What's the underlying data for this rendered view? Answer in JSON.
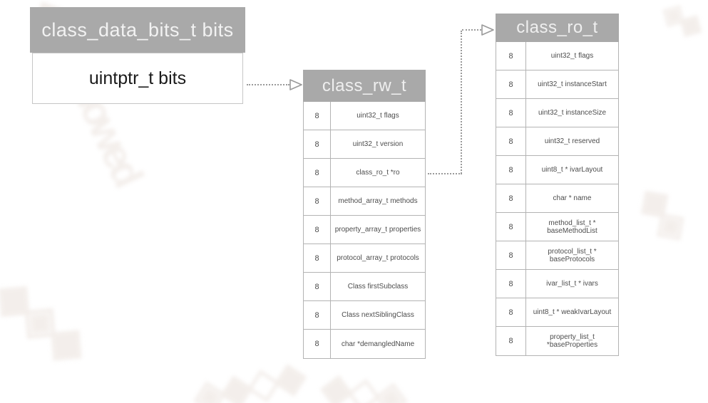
{
  "diagram": {
    "bits_box": {
      "title": "class_data_bits_t bits",
      "field": "uintptr_t bits"
    },
    "rw_table": {
      "title": "class_rw_t",
      "rows": [
        {
          "size": "8",
          "field": "uint32_t flags"
        },
        {
          "size": "8",
          "field": "uint32_t version"
        },
        {
          "size": "8",
          "field": "class_ro_t *ro"
        },
        {
          "size": "8",
          "field": "method_array_t methods"
        },
        {
          "size": "8",
          "field": "property_array_t properties"
        },
        {
          "size": "8",
          "field": "protocol_array_t protocols"
        },
        {
          "size": "8",
          "field": "Class firstSubclass"
        },
        {
          "size": "8",
          "field": "Class nextSiblingClass"
        },
        {
          "size": "8",
          "field": "char *demangledName"
        }
      ]
    },
    "ro_table": {
      "title": "class_ro_t",
      "rows": [
        {
          "size": "8",
          "field": "uint32_t flags"
        },
        {
          "size": "8",
          "field": "uint32_t instanceStart"
        },
        {
          "size": "8",
          "field": "uint32_t instanceSize"
        },
        {
          "size": "8",
          "field": "uint32_t reserved"
        },
        {
          "size": "8",
          "field": "uint8_t * ivarLayout"
        },
        {
          "size": "8",
          "field": "char * name"
        },
        {
          "size": "8",
          "field": "method_list_t * baseMethodList"
        },
        {
          "size": "8",
          "field": "protocol_list_t * baseProtocols"
        },
        {
          "size": "8",
          "field": "ivar_list_t * ivars"
        },
        {
          "size": "8",
          "field": "uint8_t * weakIvarLayout"
        },
        {
          "size": "8",
          "field": "property_list_t *baseProperties"
        }
      ]
    },
    "colors": {
      "header_bg": "#a9a9a9",
      "header_text": "#efefef",
      "border": "#b3b3b3",
      "row_text": "#4d4d4d",
      "arrow": "#9a9a9a"
    }
  }
}
